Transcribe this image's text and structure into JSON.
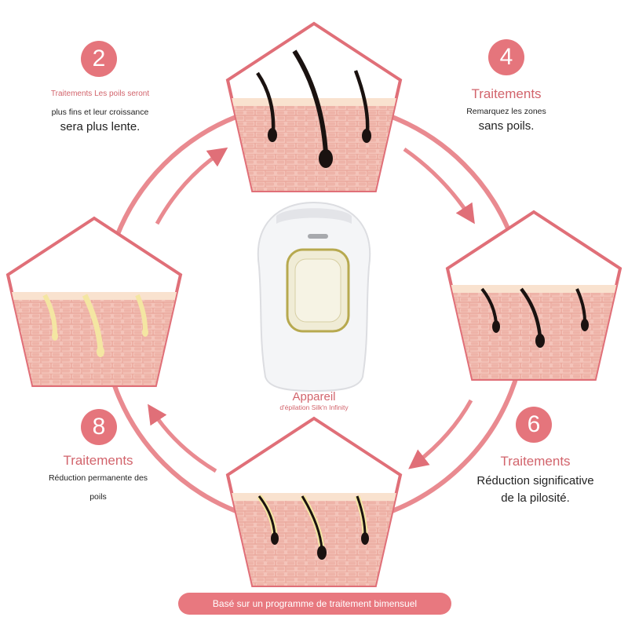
{
  "steps": [
    {
      "number": "2",
      "heading_small": "Traitements Les poils seront",
      "line1": "plus fins et leur croissance",
      "line2": "sera plus lente."
    },
    {
      "number": "4",
      "heading": "Traitements",
      "line1": "Remarquez les zones",
      "line2": "sans poils."
    },
    {
      "number": "6",
      "heading": "Traitements",
      "line1": "Réduction significative",
      "line2": "de la pilosité."
    },
    {
      "number": "8",
      "heading": "Traitements",
      "line1": "Réduction permanente des",
      "line2": "poils"
    }
  ],
  "device": {
    "title": "Appareil",
    "subtitle": "d'épilation Silk'n Infinity"
  },
  "footer": "Basé sur un programme de traitement bimensuel",
  "colors": {
    "accent": "#e5757c",
    "pentagon_stroke": "#e06f78",
    "skin": "#f4c4ba",
    "skin_line": "#eaa89c",
    "skin_top": "#f9e2cf",
    "hair_dark": "#1a1210",
    "hair_light": "#f4e6a2"
  }
}
